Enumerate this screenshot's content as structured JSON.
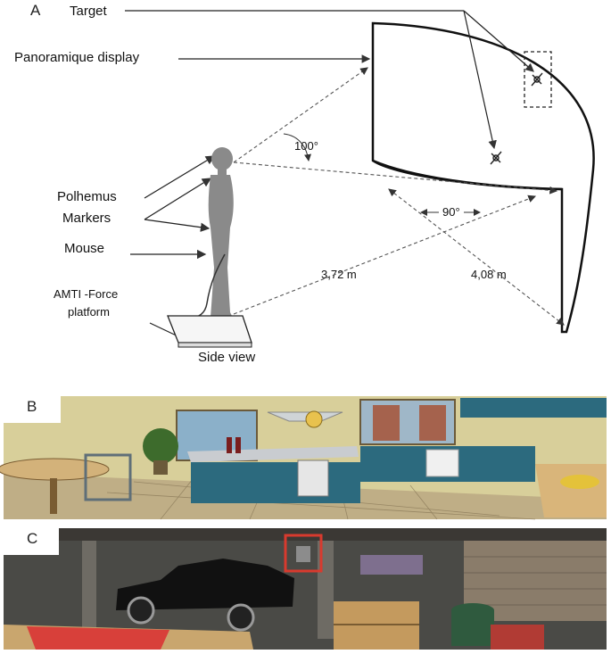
{
  "panels": {
    "a": {
      "letter": "A"
    },
    "b": {
      "letter": "B"
    },
    "c": {
      "letter": "C"
    }
  },
  "setup": {
    "target_label": "Target",
    "display_label": "Panoramique display",
    "markers_label_line1": "Polhemus",
    "markers_label_line2": "Markers",
    "mouse_label": "Mouse",
    "platform_label_line1": "AMTI -Force",
    "platform_label_line2": "platform",
    "side_view_label": "Side view",
    "angle_vertical": "100°",
    "angle_horizontal": "90°",
    "distance_near": "3,72 m",
    "distance_far": "4,08 m"
  },
  "colors": {
    "line": "#333333",
    "silhouette": "#8a8a8a",
    "kitchen_wall": "#d8cf9a",
    "kitchen_cabinet": "#2c6a7e",
    "garage_wall": "#4a4a46",
    "car": "#111111",
    "red_accent": "#d83a2e"
  }
}
